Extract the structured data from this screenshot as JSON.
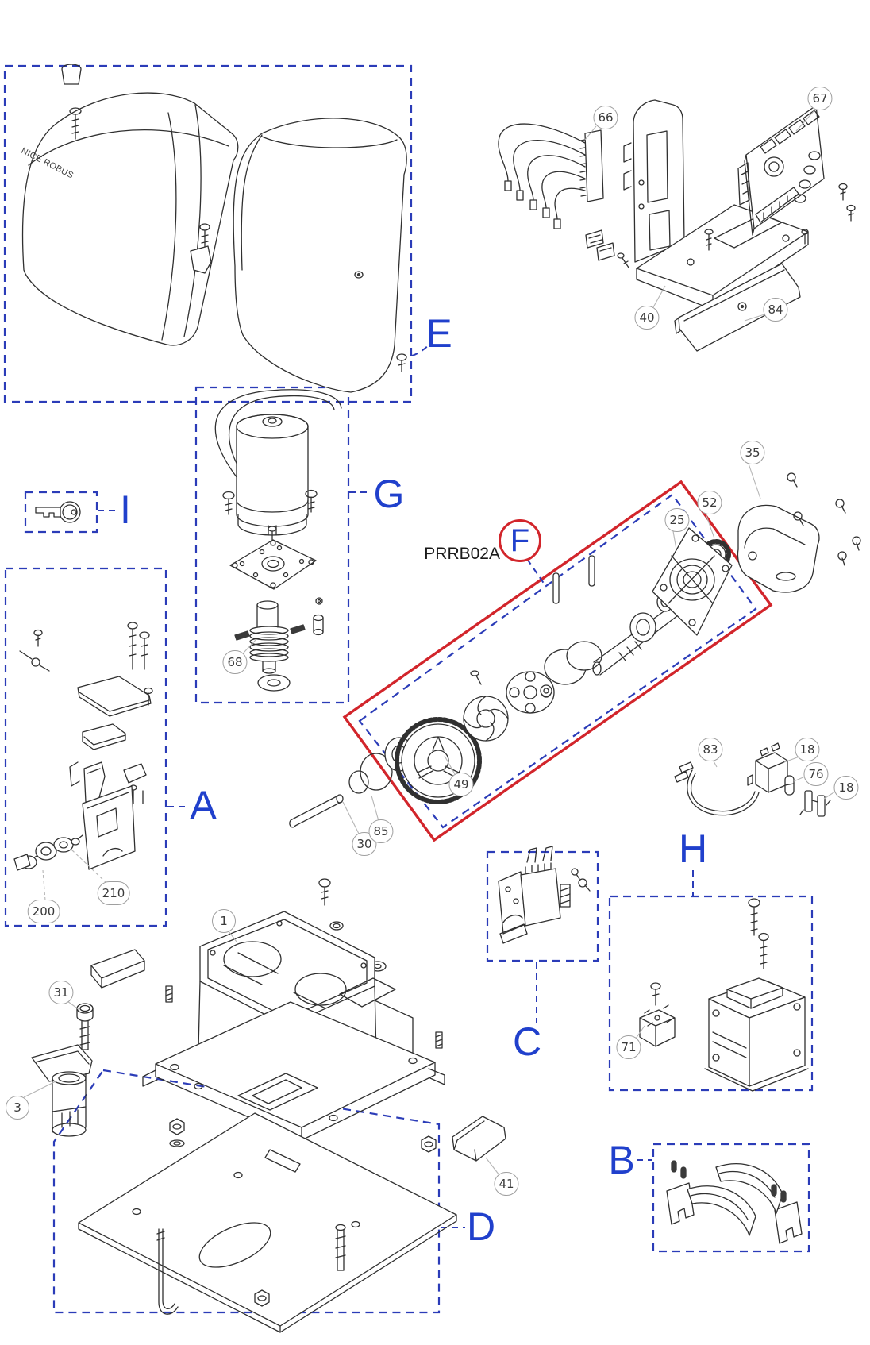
{
  "diagram_type": "exploded-parts-diagram",
  "labels": {
    "product": "NICE ROBUS",
    "assembly_code": "PRRB02A"
  },
  "sections": {
    "A": {
      "label": "A"
    },
    "B": {
      "label": "B"
    },
    "C": {
      "label": "C"
    },
    "D": {
      "label": "D"
    },
    "E": {
      "label": "E"
    },
    "F": {
      "label": "F"
    },
    "G": {
      "label": "G"
    },
    "H": {
      "label": "H"
    },
    "I": {
      "label": "I"
    }
  },
  "callouts": [
    {
      "number": "66"
    },
    {
      "number": "67"
    },
    {
      "number": "40"
    },
    {
      "number": "84"
    },
    {
      "number": "35"
    },
    {
      "number": "52"
    },
    {
      "number": "25"
    },
    {
      "number": "68"
    },
    {
      "number": "49"
    },
    {
      "number": "30"
    },
    {
      "number": "85"
    },
    {
      "number": "83"
    },
    {
      "number": "18"
    },
    {
      "number": "76"
    },
    {
      "number": "18"
    },
    {
      "number": "200"
    },
    {
      "number": "210"
    },
    {
      "number": "1"
    },
    {
      "number": "31"
    },
    {
      "number": "3"
    },
    {
      "number": "41"
    },
    {
      "number": "71"
    }
  ],
  "colors": {
    "section_box": "#2b3cb8",
    "section_letter": "#2040cc",
    "highlight_box": "#d2252b",
    "line_art": "#303030",
    "callout_ring": "#9f9f9f",
    "background": "#ffffff"
  }
}
